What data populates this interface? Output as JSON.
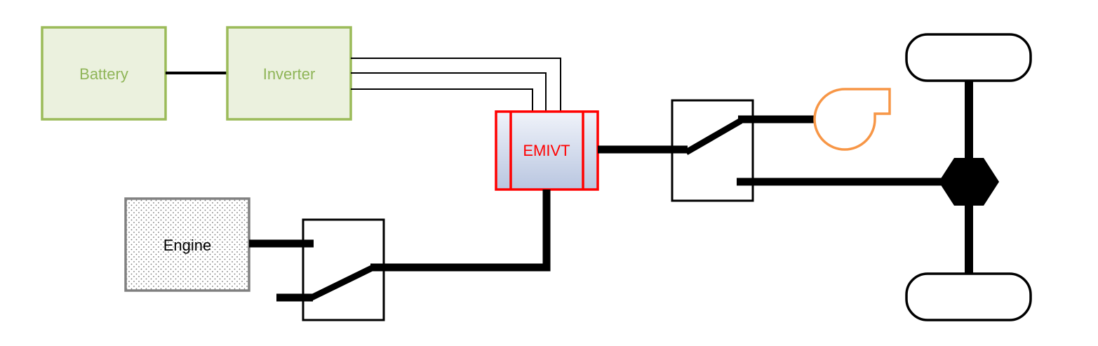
{
  "diagram": {
    "battery": {
      "label": "Battery"
    },
    "inverter": {
      "label": "Inverter"
    },
    "emivt": {
      "label": "EMIVT"
    },
    "engine": {
      "label": "Engine"
    }
  },
  "colors": {
    "green_stroke": "#9bbb59",
    "green_fill": "#ebf1de",
    "green_text": "#8fb558",
    "red": "#ff0000",
    "emivt_gradient_top": "#f0f3fa",
    "emivt_gradient_bottom": "#b9c6e0",
    "engine_border": "#808080",
    "orange": "#f79646",
    "black": "#000000"
  }
}
